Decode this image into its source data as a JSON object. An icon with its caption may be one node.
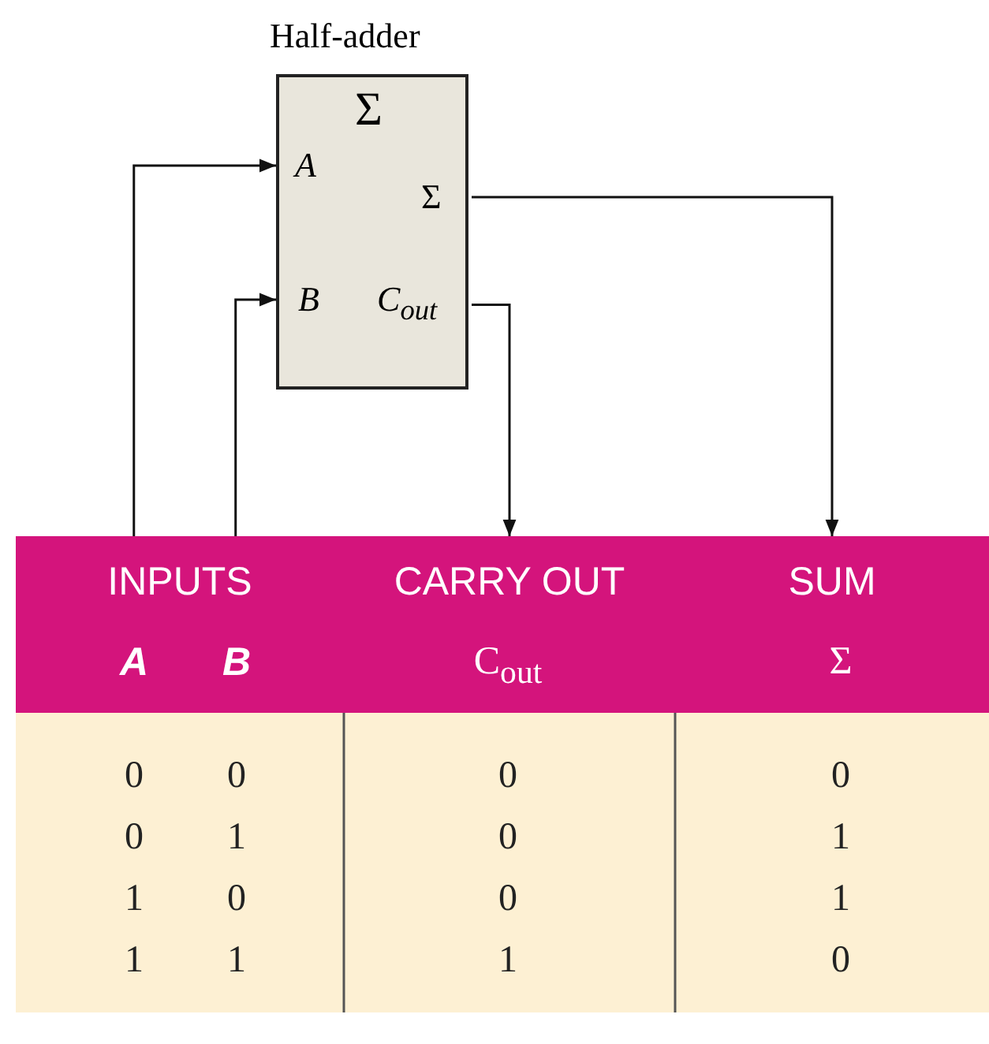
{
  "diagram": {
    "nodes": [
      {
        "text": [
          "Half-adder",
          "Σ"
        ]
      },
      {
        "text": [
          "A"
        ],
        "in": 0
      },
      {
        "text": [
          "B"
        ],
        "in": 0
      },
      {
        "text": [
          "Σ"
        ],
        "in": 0
      },
      {
        "text": [
          "C$_{out}$"
        ],
        "in": 0
      },
      {
        "text": [
          "INPUTS"
        ]
      },
      {
        "text": [
          "CARRY OUT"
        ]
      },
      {
        "text": [
          "SUM"
        ]
      }
    ],
    "edges": [
      {
        "from": 5,
        "to": 1,
        "arrow": "to"
      },
      {
        "from": 5,
        "to": 2,
        "arrow": "to"
      },
      {
        "from": 4,
        "to": 6,
        "arrow": "to"
      },
      {
        "from": 3,
        "to": 7,
        "arrow": "to"
      }
    ],
    "labels": [
      "A",
      "B",
      "C$_{out}$",
      "Σ",
      "0",
      "0",
      "0",
      "0",
      "0",
      "1",
      "0",
      "1",
      "1",
      "0",
      "0",
      "1",
      "1",
      "1",
      "1",
      "0"
    ]
  }
}
